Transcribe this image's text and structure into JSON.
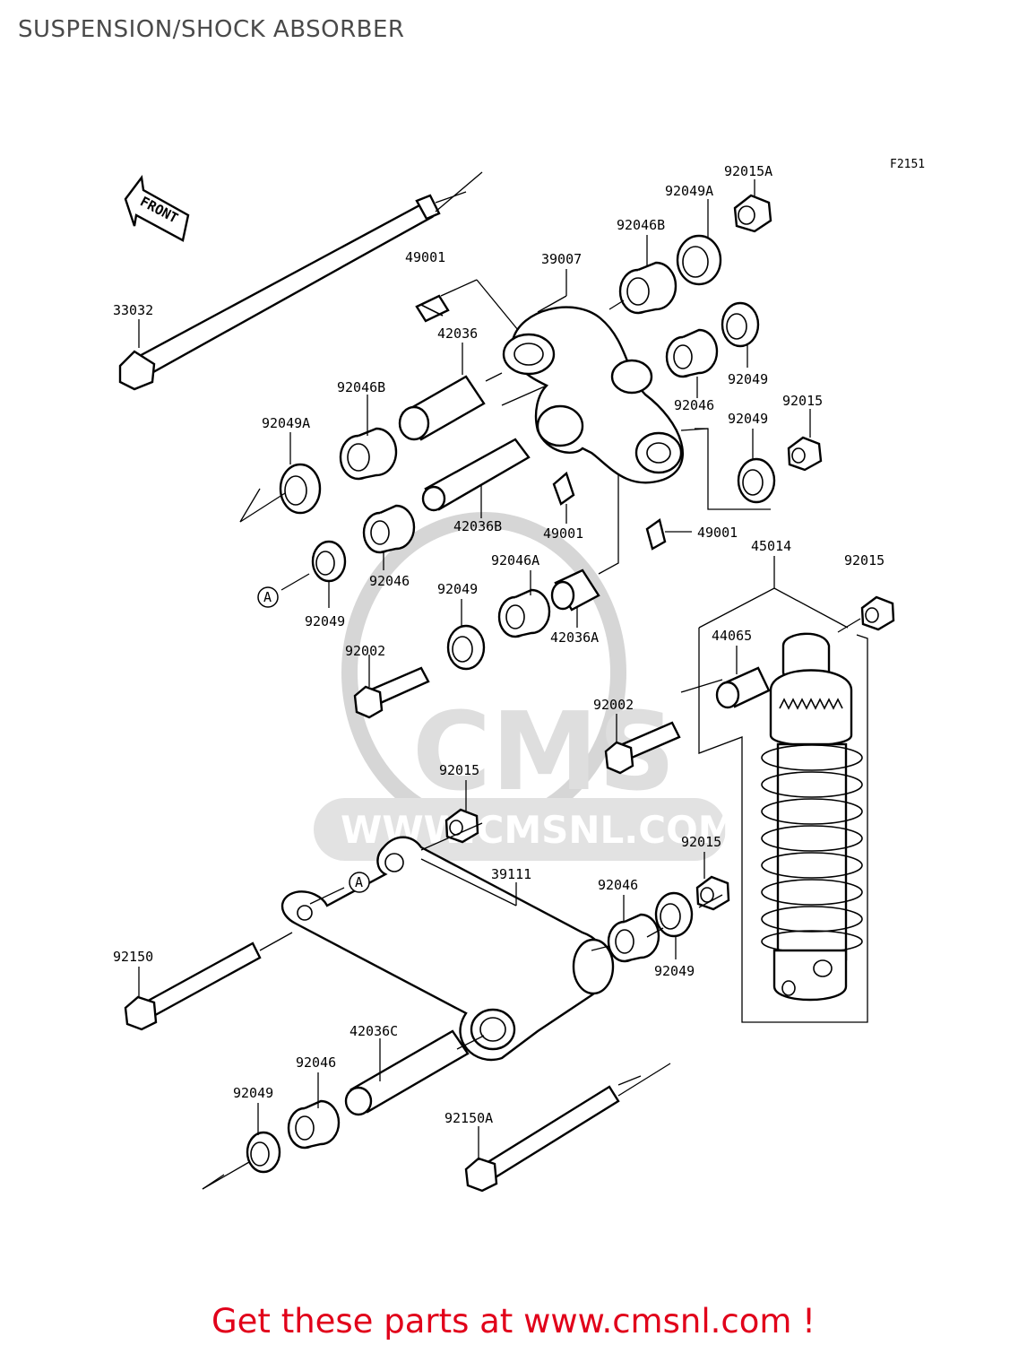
{
  "header": {
    "title": "SUSPENSION/SHOCK ABSORBER"
  },
  "figure_ref": "F2151",
  "front_label": "FRONT",
  "ref_markers": [
    "A",
    "A"
  ],
  "watermark": {
    "text": "CMS",
    "url": "WWW.CMSNL.COM"
  },
  "footer": {
    "text": "Get these parts at www.cmsnl.com !"
  },
  "labels": {
    "p33032": "33032",
    "p49001_top": "49001",
    "p39007": "39007",
    "p92046B_top": "92046B",
    "p92049A_top": "92049A",
    "p92015A": "92015A",
    "p42036": "42036",
    "p92046B_left": "92046B",
    "p92049A_left": "92049A",
    "p92049_r1": "92049",
    "p92046_r": "92046",
    "p92015_r": "92015",
    "p92049_r2": "92049",
    "p42036B": "42036B",
    "p49001_mid": "49001",
    "p49001_right": "49001",
    "p45014": "45014",
    "p92015_shock": "92015",
    "p92046_mid": "92046",
    "p92046A": "92046A",
    "p92049_mid": "92049",
    "p92049_leftlow": "92049",
    "p42036A": "42036A",
    "p44065": "44065",
    "p92002_left": "92002",
    "p92002_mid": "92002",
    "p92015_low": "92015",
    "p39111": "39111",
    "p92015_low2": "92015",
    "p92046_low": "92046",
    "p92049_low": "92049",
    "p92150": "92150",
    "p42036C": "42036C",
    "p92046_bot": "92046",
    "p92049_bot": "92049",
    "p92150A": "92150A"
  }
}
